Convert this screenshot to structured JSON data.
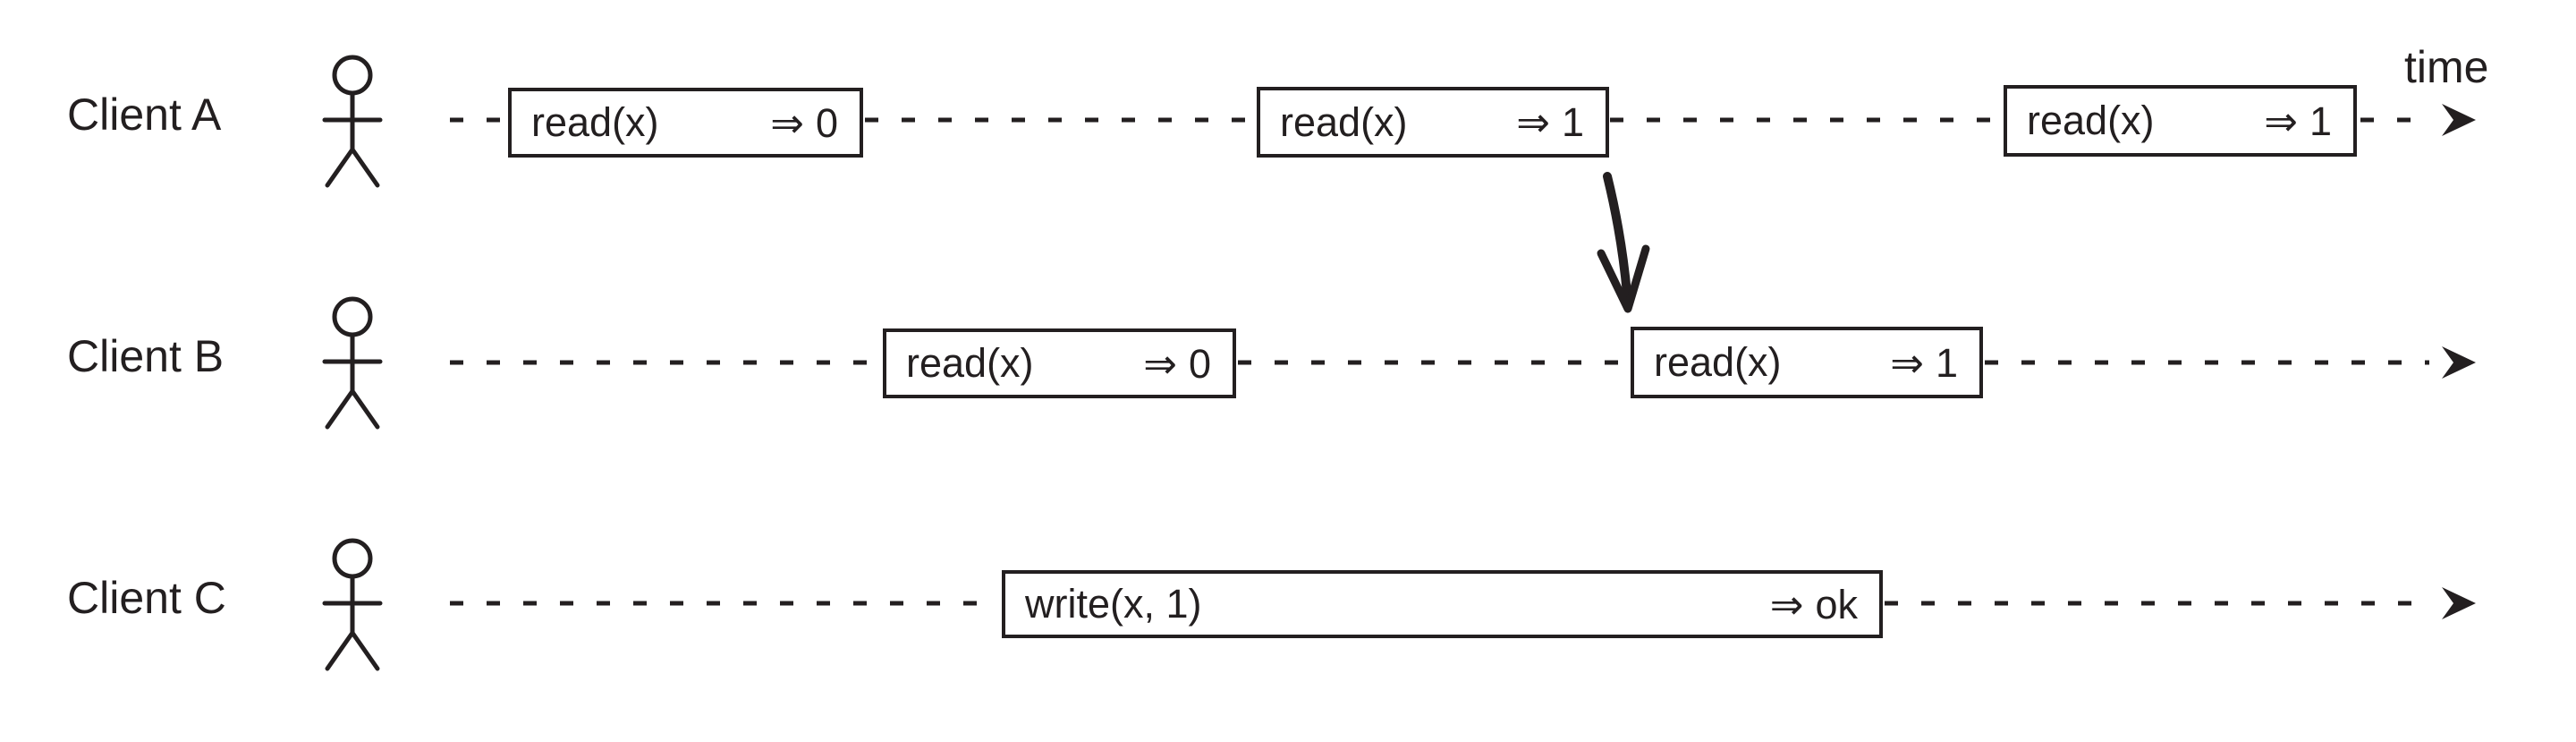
{
  "colors": {
    "ink": "#231f20",
    "background": "#ffffff"
  },
  "axis": {
    "time_label": "time"
  },
  "rows": [
    {
      "label": "Client A",
      "operations": [
        {
          "call": "read(x)",
          "result_arrow": "⇒",
          "result": "0"
        },
        {
          "call": "read(x)",
          "result_arrow": "⇒",
          "result": "1"
        },
        {
          "call": "read(x)",
          "result_arrow": "⇒",
          "result": "1"
        }
      ]
    },
    {
      "label": "Client B",
      "operations": [
        {
          "call": "read(x)",
          "result_arrow": "⇒",
          "result": "0"
        },
        {
          "call": "read(x)",
          "result_arrow": "⇒",
          "result": "1"
        }
      ]
    },
    {
      "label": "Client C",
      "operations": [
        {
          "call": "write(x, 1)",
          "result_arrow": "⇒",
          "result": "ok"
        }
      ]
    }
  ]
}
